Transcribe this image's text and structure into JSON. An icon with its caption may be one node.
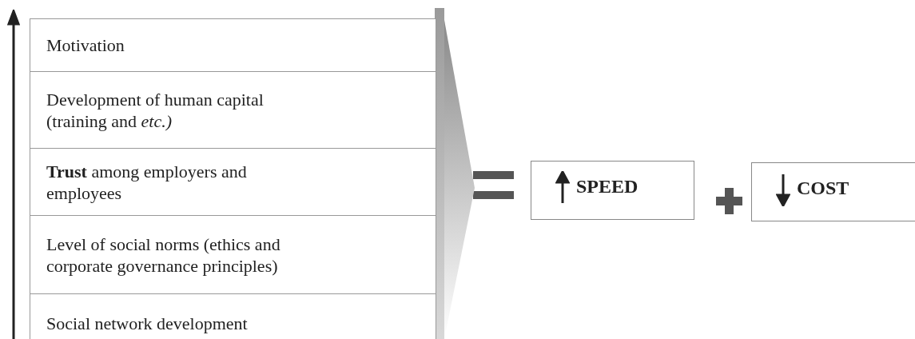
{
  "diagram": {
    "nodes": [
      {
        "text": [
          "Motivation"
        ]
      },
      {
        "text": [
          "Development of human capital (training and *etc.)*"
        ]
      },
      {
        "text": [
          "**Trust** among employers and employees"
        ]
      },
      {
        "text": [
          "Level of social norms (ethics and corporate governance principles)"
        ]
      },
      {
        "text": [
          "Social network development"
        ]
      },
      {
        "text": [],
        "shape": "chevron"
      },
      {
        "text": [
          "SPEED"
        ]
      },
      {
        "text": [
          "COST"
        ]
      }
    ]
  }
}
